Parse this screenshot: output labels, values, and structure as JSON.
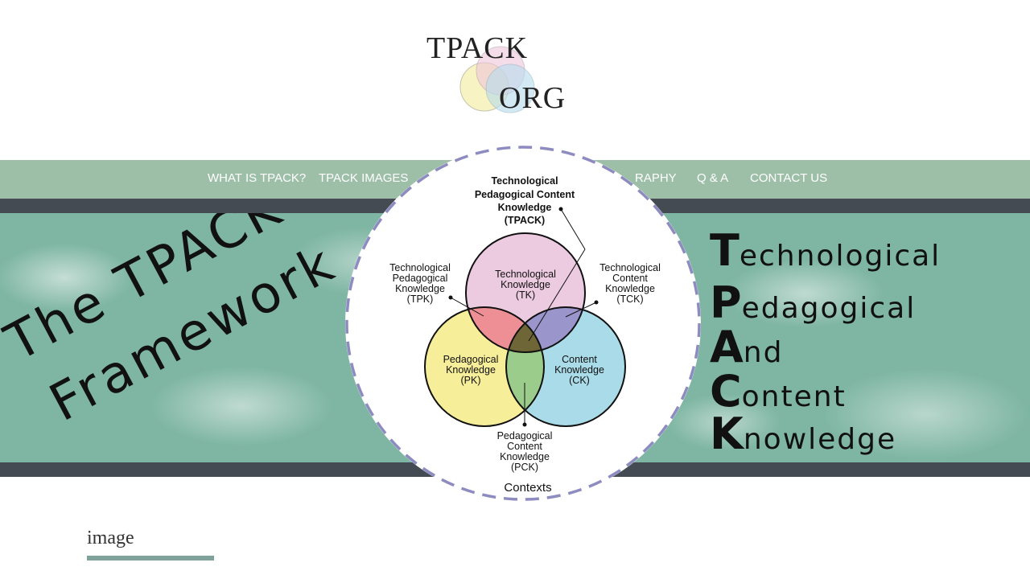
{
  "logo": {
    "line1": "TPACK",
    "line2": "ORG"
  },
  "nav": {
    "items": [
      "WHAT IS TPACK?",
      "TPACK IMAGES",
      "RAPHY",
      "Q & A",
      "CONTACT US"
    ]
  },
  "banner": {
    "left_line1": "The TPACK",
    "left_line2": "Framework",
    "acronym": [
      {
        "letter": "T",
        "rest": "echnological"
      },
      {
        "letter": "P",
        "rest": "edagogical"
      },
      {
        "letter": "A",
        "rest": "nd"
      },
      {
        "letter": "C",
        "rest": "ontent"
      },
      {
        "letter": "K",
        "rest": "nowledge"
      }
    ]
  },
  "diagram": {
    "tpack_label": [
      "Technological",
      "Pedagogical Content",
      "Knowledge",
      "(TPACK)"
    ],
    "tk": [
      "Technological",
      "Knowledge",
      "(TK)"
    ],
    "pk": [
      "Pedagogical",
      "Knowledge",
      "(PK)"
    ],
    "ck": [
      "Content",
      "Knowledge",
      "(CK)"
    ],
    "tpk": [
      "Technological",
      "Pedagogical",
      "Knowledge",
      "(TPK)"
    ],
    "tck": [
      "Technological",
      "Content",
      "Knowledge",
      "(TCK)"
    ],
    "pck": [
      "Pedagogical",
      "Content",
      "Knowledge",
      "(PCK)"
    ],
    "contexts": "Contexts",
    "colors": {
      "tk": "#eccbe0",
      "pk": "#f7ee9a",
      "ck": "#a9dbe8",
      "tp": "#ee8f95",
      "tc": "#9a96cc",
      "pc": "#9ccc8c",
      "center": "#6e6636",
      "dash": "#8d8bc0"
    }
  },
  "caption": {
    "text": "image"
  }
}
